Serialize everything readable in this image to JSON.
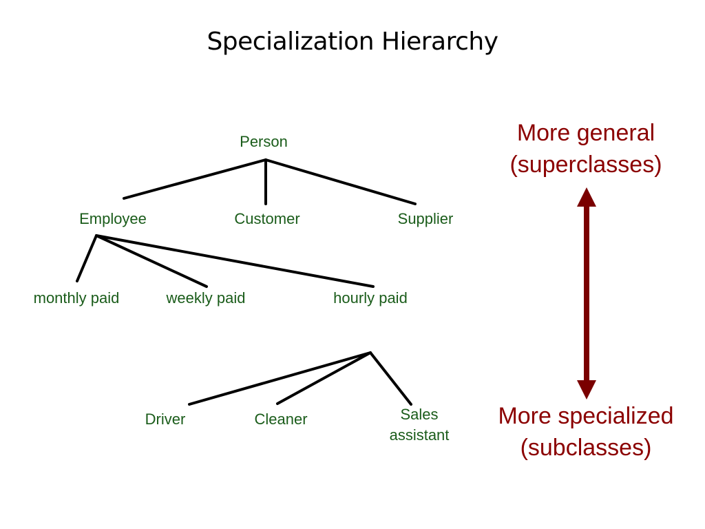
{
  "title": "Specialization Hierarchy",
  "nodes": {
    "person": "Person",
    "employee": "Employee",
    "customer": "Customer",
    "supplier": "Supplier",
    "monthly_paid": "monthly paid",
    "weekly_paid": "weekly paid",
    "hourly_paid": "hourly paid",
    "driver": "Driver",
    "cleaner": "Cleaner",
    "sales_assistant_line1": "Sales",
    "sales_assistant_line2": "assistant"
  },
  "scale": {
    "general_line1": "More general",
    "general_line2": "(superclasses)",
    "specialized_line1": "More specialized",
    "specialized_line2": "(subclasses)"
  },
  "colors": {
    "node_text": "#1a5c1a",
    "scale_text": "#8b0000",
    "arrow": "#7a0000",
    "edges": "#000000"
  }
}
